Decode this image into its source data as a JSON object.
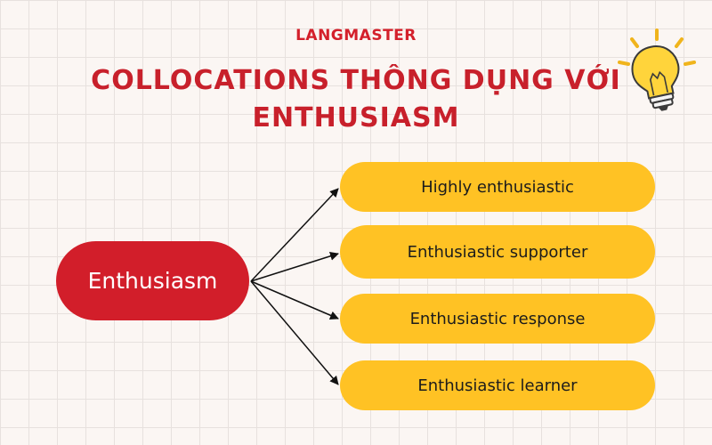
{
  "brand": "LANGMASTER",
  "title_line1": "COLLOCATIONS THÔNG DỤNG VỚI",
  "title_line2": "ENTHUSIASM",
  "center_node": "Enthusiasm",
  "leaves": [
    "Highly enthusiastic",
    "Enthusiastic supporter",
    "Enthusiastic response",
    "Enthusiastic learner"
  ],
  "icons": {
    "decoration": "lightbulb-icon"
  },
  "colors": {
    "brand_red": "#d21e2a",
    "leaf_yellow": "#ffc224",
    "background": "#fbf6f3",
    "grid_line": "#e7e1de"
  }
}
